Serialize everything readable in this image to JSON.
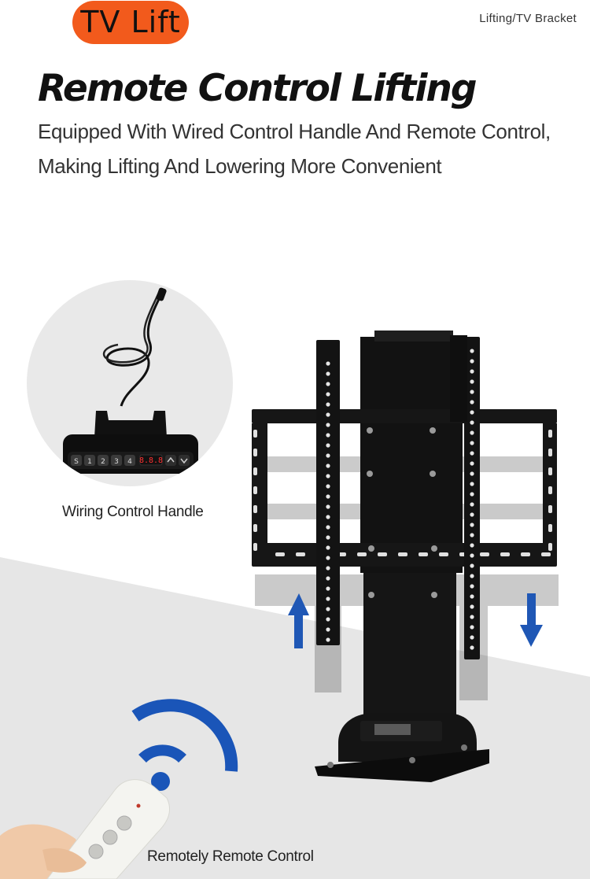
{
  "badge": {
    "label": "TV Lift"
  },
  "category": {
    "label": "Lifting/TV  Bracket"
  },
  "headline": {
    "title": "Remote Control Lifting"
  },
  "subtitle": {
    "line1": "Equipped With Wired Control Handle And Remote Control,",
    "line2": "Making Lifting And Lowering More Convenient"
  },
  "handle": {
    "caption": "Wiring Control Handle",
    "buttons": [
      "S",
      "1",
      "2",
      "3",
      "4"
    ],
    "display": "8.8.8"
  },
  "remote": {
    "caption": "Remotely Remote Control"
  },
  "colors": {
    "badge": "#f25a1c",
    "arrow": "#1f57b5",
    "signal": "#1a55b8",
    "product": "#151515",
    "floor": "#e6e6e6"
  }
}
